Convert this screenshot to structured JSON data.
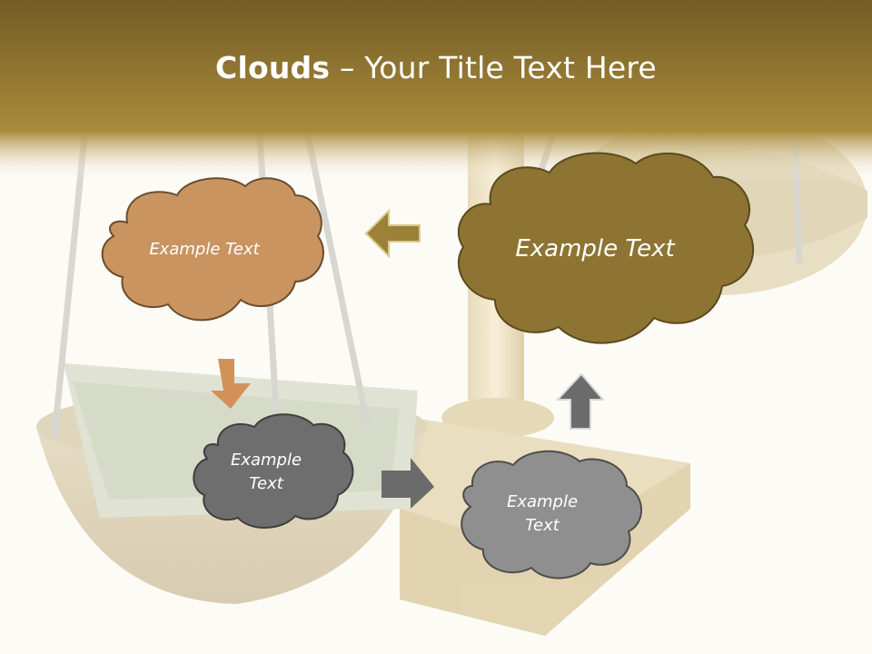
{
  "slide": {
    "title_bold": "Clouds",
    "title_rest": " – Your Title Text Here"
  },
  "clouds": [
    {
      "id": "orange",
      "text": "Example Text",
      "fill": "#c9945f",
      "stroke": "#6a4d2d"
    },
    {
      "id": "olive",
      "text": "Example Text",
      "fill": "#8d7433",
      "stroke": "#5b4a1e"
    },
    {
      "id": "dark-gray",
      "text": "Example Text",
      "fill": "#6e6e6e",
      "stroke": "#3f3f3f"
    },
    {
      "id": "gray",
      "text": "Example Text",
      "fill": "#8f8f8f",
      "stroke": "#4d4d4d"
    }
  ],
  "colors": {
    "header_top": "#7a6228",
    "header_bottom": "#a88b3c",
    "arrow_olive": "#9c8238",
    "arrow_orange": "#d3915a",
    "arrow_gray": "#6b6b6b"
  },
  "icons": [
    "arrow-left-icon",
    "arrow-down-icon",
    "arrow-right-icon",
    "arrow-up-icon"
  ]
}
